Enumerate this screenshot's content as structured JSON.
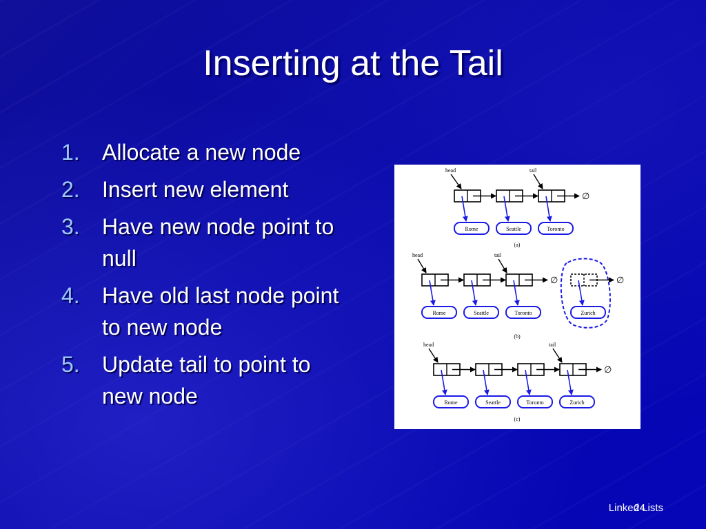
{
  "slide": {
    "title": "Inserting at the Tail",
    "steps": [
      {
        "num": "1.",
        "text": "Allocate a new node"
      },
      {
        "num": "2.",
        "text": "Insert new element"
      },
      {
        "num": "3.",
        "text": "Have new node point to null"
      },
      {
        "num": "4.",
        "text": "Have old last node point to new node"
      },
      {
        "num": "5.",
        "text": "Update tail to point to new node"
      }
    ],
    "footer_label": "Linked Lists",
    "page_number": "24"
  },
  "figure": {
    "head_label": "head",
    "tail_label": "tail",
    "null_symbol": "∅",
    "captions": [
      "(a)",
      "(b)",
      "(c)"
    ],
    "row_a": [
      "Rome",
      "Seattle",
      "Toronto"
    ],
    "row_b": [
      "Rome",
      "Seattle",
      "Toronto",
      "Zurich"
    ],
    "row_c": [
      "Rome",
      "Seattle",
      "Toronto",
      "Zurich"
    ]
  },
  "colors": {
    "background": "#0a0a9e",
    "step_number": "#9ec8ff",
    "pointer_blue": "#1a1ae6"
  }
}
